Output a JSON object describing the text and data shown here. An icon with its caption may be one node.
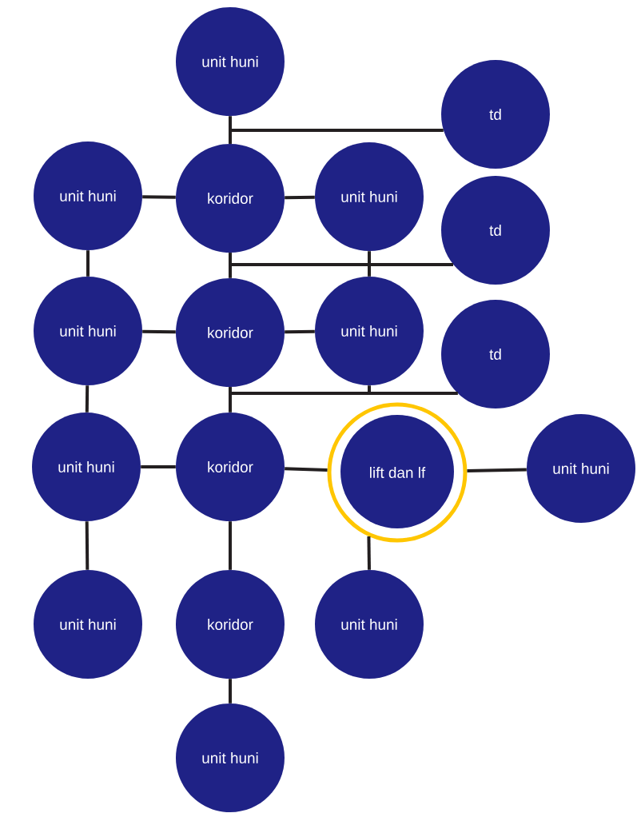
{
  "diagram": {
    "nodes": [
      {
        "text": [
          "unit huni"
        ]
      },
      {
        "text": [
          "td"
        ]
      },
      {
        "text": [
          "unit huni"
        ]
      },
      {
        "text": [
          "koridor"
        ]
      },
      {
        "text": [
          "unit huni"
        ]
      },
      {
        "text": [
          "td"
        ]
      },
      {
        "text": [
          "unit huni"
        ]
      },
      {
        "text": [
          "koridor"
        ]
      },
      {
        "text": [
          "unit huni"
        ]
      },
      {
        "text": [
          "td"
        ]
      },
      {
        "text": [
          "unit huni"
        ]
      },
      {
        "text": [
          "koridor"
        ]
      },
      {
        "text": [
          "lift dan lf"
        ]
      },
      {
        "text": [
          "unit huni"
        ]
      },
      {
        "text": [
          "unit huni"
        ]
      },
      {
        "text": [
          "koridor"
        ]
      },
      {
        "text": [
          "unit huni"
        ]
      },
      {
        "text": [
          "unit huni"
        ]
      }
    ],
    "edges": [
      {
        "from": 0,
        "to": 3,
        "arrow": "none"
      },
      {
        "from": 3,
        "to": 1,
        "arrow": "none"
      },
      {
        "from": 2,
        "to": 3,
        "arrow": "none"
      },
      {
        "from": 3,
        "to": 4,
        "arrow": "none"
      },
      {
        "from": 3,
        "to": 5,
        "arrow": "none"
      },
      {
        "from": 2,
        "to": 6,
        "arrow": "none"
      },
      {
        "from": 3,
        "to": 7,
        "arrow": "none"
      },
      {
        "from": 4,
        "to": 8,
        "arrow": "none"
      },
      {
        "from": 6,
        "to": 7,
        "arrow": "none"
      },
      {
        "from": 7,
        "to": 8,
        "arrow": "none"
      },
      {
        "from": 7,
        "to": 9,
        "arrow": "none"
      },
      {
        "from": 8,
        "to": 9,
        "arrow": "none"
      },
      {
        "from": 6,
        "to": 10,
        "arrow": "none"
      },
      {
        "from": 7,
        "to": 11,
        "arrow": "none"
      },
      {
        "from": 10,
        "to": 11,
        "arrow": "none"
      },
      {
        "from": 11,
        "to": 12,
        "arrow": "none"
      },
      {
        "from": 12,
        "to": 13,
        "arrow": "none"
      },
      {
        "from": 10,
        "to": 14,
        "arrow": "none"
      },
      {
        "from": 11,
        "to": 15,
        "arrow": "none"
      },
      {
        "from": 12,
        "to": 16,
        "arrow": "none"
      },
      {
        "from": 15,
        "to": 17,
        "arrow": "none"
      }
    ]
  }
}
